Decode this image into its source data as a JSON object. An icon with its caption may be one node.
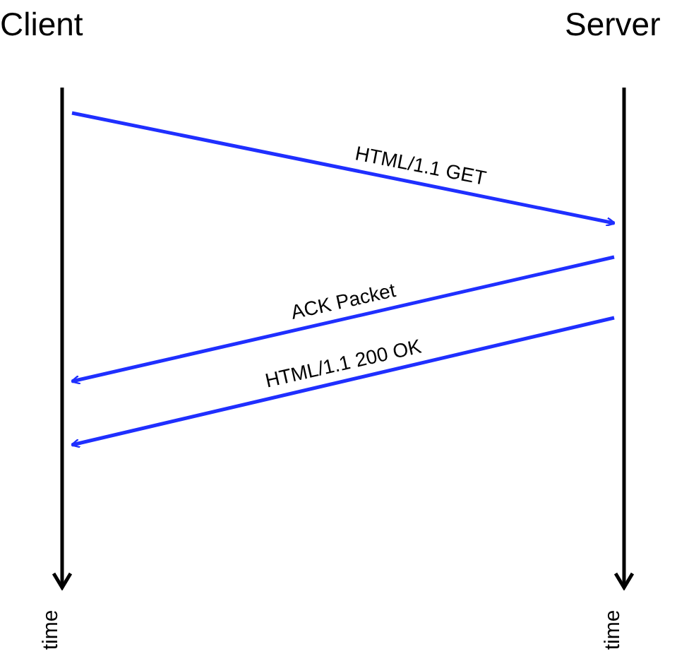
{
  "diagram": {
    "nodes": [
      {
        "text": [],
        "shape": "bar"
      },
      {
        "text": [],
        "shape": "bar"
      }
    ],
    "edges": [
      {
        "from": 0,
        "to": 1,
        "arrow": "to",
        "label": "HTML/1.1 GET"
      },
      {
        "from": 1,
        "to": 0,
        "arrow": "to",
        "label": "ACK Packet"
      },
      {
        "from": 1,
        "to": 0,
        "arrow": "to",
        "label": "HTML/1.1 200 OK"
      }
    ],
    "labels": [
      "Client",
      "Server",
      "time",
      "time"
    ]
  }
}
